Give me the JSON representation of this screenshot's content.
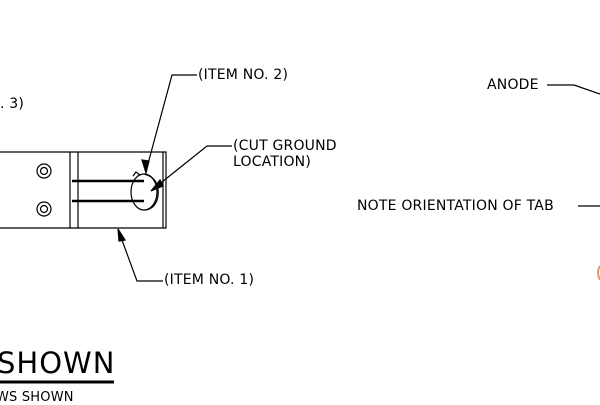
{
  "labels": {
    "item3_fragment": ". 3)",
    "item2": "(ITEM NO. 2)",
    "cut_ground_line1": "(CUT GROUND",
    "cut_ground_line2": "LOCATION)",
    "item1": "(ITEM NO. 1)",
    "anode": "ANODE",
    "note_orientation": "NOTE ORIENTATION OF TAB",
    "section_title": "SHOWN",
    "section_subtitle": "WS SHOWN"
  }
}
